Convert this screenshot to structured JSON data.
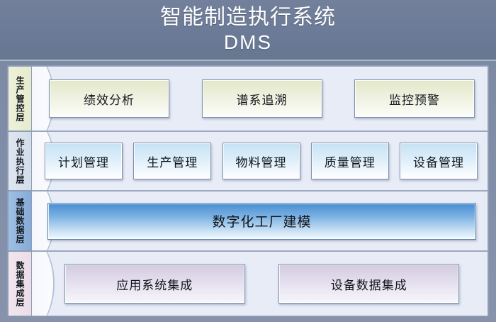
{
  "header": {
    "title": "智能制造执行系统",
    "subtitle": "DMS"
  },
  "layers": [
    {
      "id": "production-control",
      "tab_label": "生产管控层",
      "tab_color": "#e9eed2",
      "boxes": [
        {
          "label": "绩效分析"
        },
        {
          "label": "谱系追溯"
        },
        {
          "label": "监控预警"
        }
      ]
    },
    {
      "id": "operation-execution",
      "tab_label": "作业执行层",
      "tab_color": "#d9e1ee",
      "boxes": [
        {
          "label": "计划管理"
        },
        {
          "label": "生产管理"
        },
        {
          "label": "物料管理"
        },
        {
          "label": "质量管理"
        },
        {
          "label": "设备管理"
        }
      ]
    },
    {
      "id": "basic-data",
      "tab_label": "基础数据层",
      "tab_color": "#93b4dd",
      "boxes": [
        {
          "label": "数字化工厂建模"
        }
      ]
    },
    {
      "id": "data-integration",
      "tab_label": "数据集成层",
      "tab_color": "#eee2ec",
      "boxes": [
        {
          "label": "应用系统集成"
        },
        {
          "label": "设备数据集成"
        }
      ]
    }
  ],
  "colors": {
    "header_bg": "#6b7a96",
    "frame_bg": "#828fa8",
    "panel_bg": "#e7ecf7",
    "accent_blue": "#4a8ed2"
  }
}
